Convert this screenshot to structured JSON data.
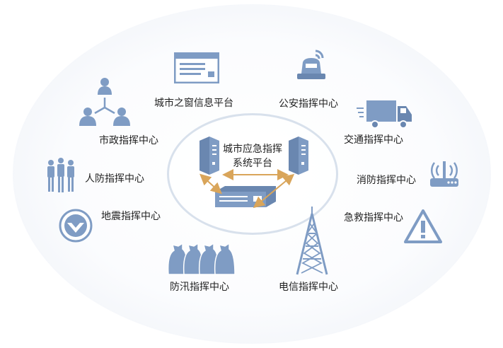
{
  "colors": {
    "icon_fill": "#7f9cc4",
    "icon_dark": "#6a87b0",
    "arrow": "#d9a55a",
    "ring": "#d8e1ec"
  },
  "center": {
    "line1": "城市应急指挥",
    "line2": "系统平台"
  },
  "nodes": {
    "info_platform": "城市之窗信息平台",
    "police": "公安指挥中心",
    "traffic": "交通指挥中心",
    "fire": "消防指挥中心",
    "emergency": "急救指挥中心",
    "telecom": "电信指挥中心",
    "flood": "防汛指挥中心",
    "earthquake": "地震指挥中心",
    "civil_defense": "人防指挥中心",
    "municipal": "市政指挥中心"
  },
  "icons": {
    "info_platform": "browser-window-icon",
    "police": "siren-light-icon",
    "traffic": "truck-icon",
    "fire": "wifi-router-icon",
    "emergency": "warning-triangle-icon",
    "telecom": "radio-tower-icon",
    "flood": "sandbags-icon",
    "earthquake": "seismic-gauge-icon",
    "civil_defense": "people-group-icon",
    "municipal": "org-network-icon",
    "center": "server-rack-icon"
  }
}
